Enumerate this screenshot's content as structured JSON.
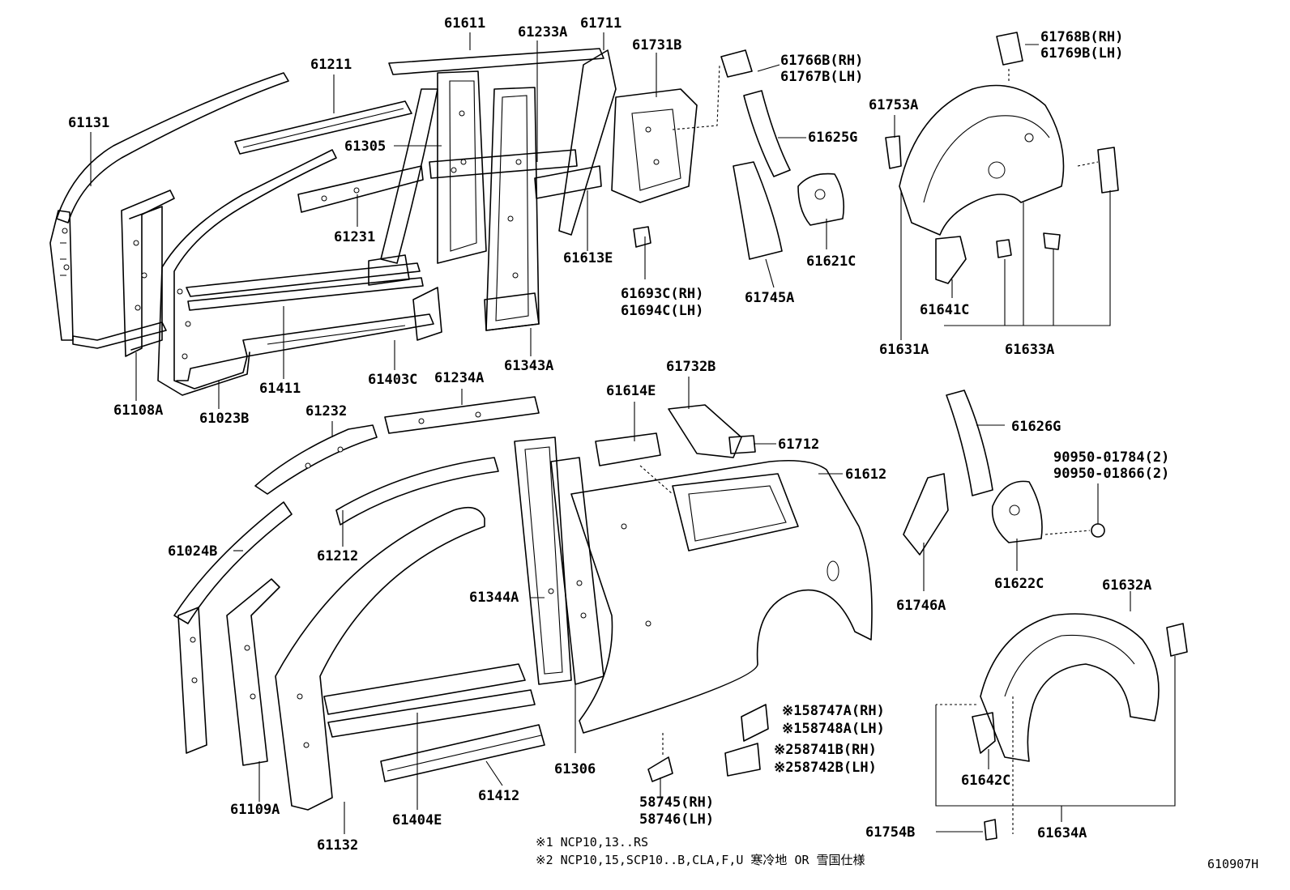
{
  "labels": {
    "p61611": "61611",
    "p61233A": "61233A",
    "p61711": "61711",
    "p61731B": "61731B",
    "p61211": "61211",
    "p61131": "61131",
    "p61305": "61305",
    "p61231": "61231",
    "p61613E": "61613E",
    "p61693C": "61693C(RH)",
    "p61694C": "61694C(LH)",
    "p61411": "61411",
    "p61403C": "61403C",
    "p61343A": "61343A",
    "p61108A": "61108A",
    "p61023B": "61023B",
    "p61766B": "61766B(RH)",
    "p61767B": "61767B(LH)",
    "p61625G": "61625G",
    "p61621C": "61621C",
    "p61745A": "61745A",
    "p61768B": "61768B(RH)",
    "p61769B": "61769B(LH)",
    "p61753A": "61753A",
    "p61641C": "61641C",
    "p61631A": "61631A",
    "p61633A": "61633A",
    "p61232": "61232",
    "p61234A": "61234A",
    "p61614E": "61614E",
    "p61732B": "61732B",
    "p61712": "61712",
    "p61612": "61612",
    "p61024B": "61024B",
    "p61212": "61212",
    "p61344A": "61344A",
    "p61306": "61306",
    "p61109A": "61109A",
    "p61132": "61132",
    "p61404E": "61404E",
    "p61412": "61412",
    "p58745": "58745(RH)",
    "p58746": "58746(LH)",
    "p58747A": "※158747A(RH)",
    "p58748A": "※158748A(LH)",
    "p58741B": "※258741B(RH)",
    "p58742B": "※258742B(LH)",
    "p61626G": "61626G",
    "p90950a": "90950-01784(2)",
    "p90950b": "90950-01866(2)",
    "p61746A": "61746A",
    "p61622C": "61622C",
    "p61632A": "61632A",
    "p61642C": "61642C",
    "p61754B": "61754B",
    "p61634A": "61634A"
  },
  "notes": {
    "note1": "※1 NCP10,13..RS",
    "note2": "※2 NCP10,15,SCP10..B,CLA,F,U 寒冷地 OR 雪国仕様"
  },
  "diagram_id": "610907H"
}
